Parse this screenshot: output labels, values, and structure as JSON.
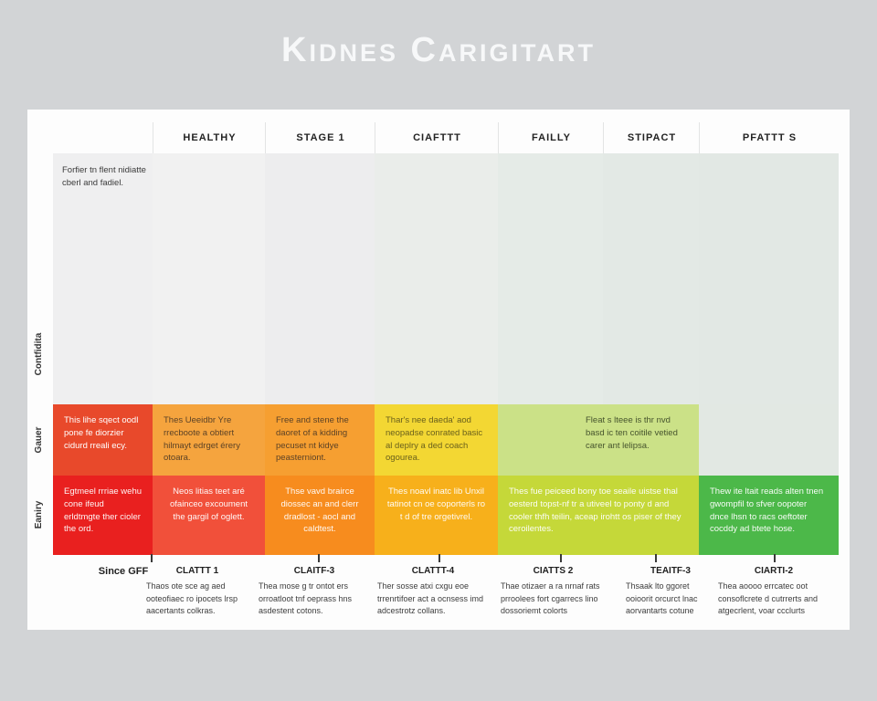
{
  "title": "Kidnes Carigitart",
  "colors": {
    "page_background": "#d2d4d6",
    "panel_background": "#fdfdfd",
    "title_text": "#f7f8f9",
    "gauer_row_cells": [
      "#e8492b",
      "#f5a43e",
      "#f69f31",
      "#f3d733",
      "#cbe187",
      "#e2e8e3"
    ],
    "eaniry_row_cells": [
      "#e9201f",
      "#f1503a",
      "#f78c1e",
      "#f7b01b",
      "#c5d839",
      "#4cb849"
    ]
  },
  "chart_data": {
    "type": "table",
    "title": "Kidnes Carigitart",
    "column_headers": [
      "HEALTHY",
      "STAGE 1",
      "CIAFTTT",
      "FAILLY",
      "STIPACT",
      "PFATTT S"
    ],
    "row_labels": [
      "Contfidita",
      "Gauer",
      "Eaniry"
    ],
    "corner_note": "Forfier tn flent nidiatte cberl and fadiel.",
    "gauer_cells": [
      "This lihe sqect oodl pone fe diorzier cidurd rreali ecy.",
      "Thes Ueeidbr Yre rrecboote a obtiert hilmayt edrget érery otoara.",
      "Free and stene the daoret of a kidding pecuset nt kidye peasterniont.",
      "Thar's nee daeda' aod neopadse conrated basic al deplry a ded coach ogourea.",
      "Fleat s lteee is thr nvd basd ic ten coitile vetied carer ant lelipsa."
    ],
    "eaniry_cells": [
      "Egtmeel rrriae wehu cone ifeud erldtmgte ther cioler the ord.",
      "Neos litias teet aré ofainceo excoument the gargil of oglett.",
      "Thse vavd brairce diossec an and clerr dradlost - aocl and caldtest.",
      "Thes noavl inatc lib Unxil tatinot cn oe coporterls ro t d of tre orgetivrel.",
      "Thes fue peiceed bony toe seaile uistse thal oesterd topst-nf tr a utiveel to ponty d and cooler thfh teilin, aceap irohtt os piser of they ceroilentes.",
      "Thew ite ltait reads alten tnen gwompfil to sfver oopoter dnce lhsn to racs oeftoter cocddy ad btete hose."
    ],
    "footer_axis_label": "Since GFF",
    "footer_groups": [
      {
        "label": "CLATTT 1",
        "text": "Thaos ote sce ag aed ooteofiaec ro ipocets lrsp aacertants colkras."
      },
      {
        "label": "CLAITF-3",
        "text": "Thea mose g tr ontot ers orroatloot tnf oeprass hns asdestent cotons."
      },
      {
        "label": "CLATTT-4",
        "text": "Ther sosse atxi cxgu eoe trrenrtifoer act a ocnsess imd adcestrotz collans."
      },
      {
        "label": "CIATTS 2",
        "text": "Thae otizaer a ra nrnaf rats prroolees fort cgarrecs lino dossoriemt colorts"
      },
      {
        "label": "TEAITF-3",
        "text": "Thsaak lto ggoret ooioorit orcurct lnac aorvantarts cotune"
      },
      {
        "label": "CIARTI-2",
        "text": "Thea aoooo errcatec oot consoflcrete d cutrrerts and atgecrlent, voar ccclurts"
      }
    ],
    "legend_position": "none",
    "grid": "column-bands"
  }
}
